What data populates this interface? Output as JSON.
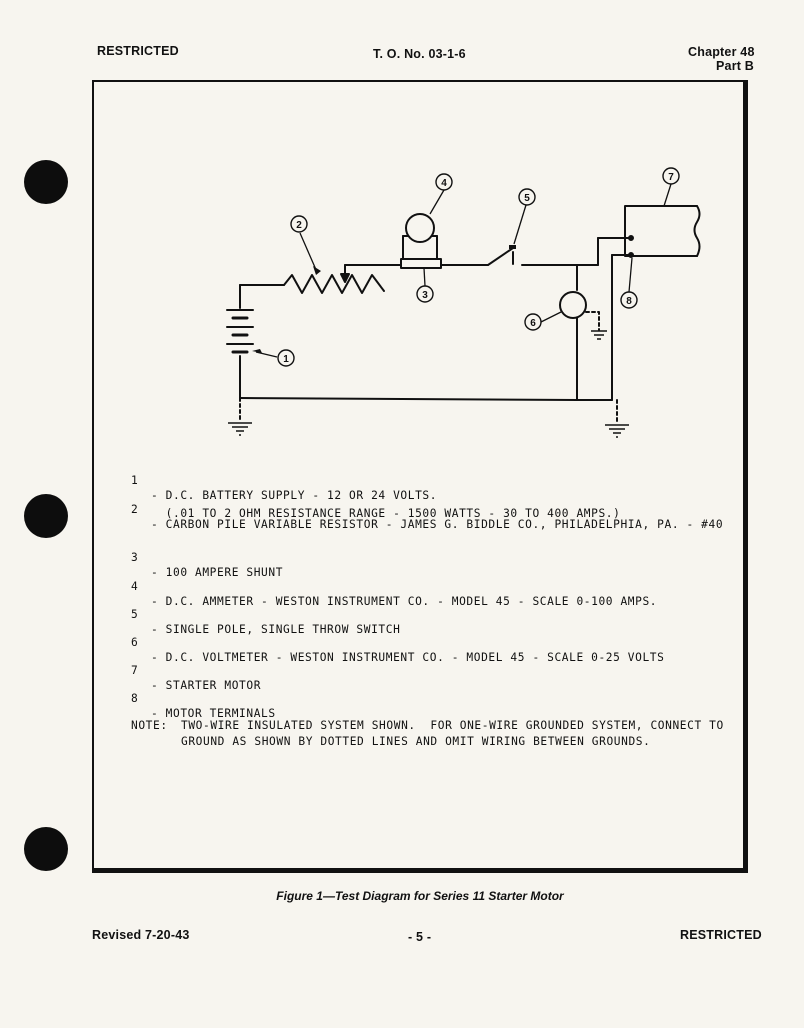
{
  "header": {
    "left": "RESTRICTED",
    "center": "T. O. No. 03-1-6",
    "right_line1": "Chapter 48",
    "right_line2": "Part B"
  },
  "diagram": {
    "callouts": [
      "1",
      "2",
      "3",
      "4",
      "5",
      "6",
      "7",
      "8"
    ]
  },
  "legend": [
    {
      "num": "1",
      "lines": [
        "- D.C. BATTERY SUPPLY - 12 OR 24 VOLTS."
      ]
    },
    {
      "num": "2",
      "lines": [
        "- CARBON PILE VARIABLE RESISTOR - JAMES G. BIDDLE CO., PHILADELPHIA, PA. - #40",
        "  (.01 TO 2 OHM RESISTANCE RANGE - 1500 WATTS - 30 TO 400 AMPS.)"
      ]
    },
    {
      "num": "3",
      "lines": [
        "- 100 AMPERE SHUNT"
      ]
    },
    {
      "num": "4",
      "lines": [
        "- D.C. AMMETER - WESTON INSTRUMENT CO. - MODEL 45 - SCALE 0-100 AMPS."
      ]
    },
    {
      "num": "5",
      "lines": [
        "- SINGLE POLE, SINGLE THROW SWITCH"
      ]
    },
    {
      "num": "6",
      "lines": [
        "- D.C. VOLTMETER - WESTON INSTRUMENT CO. - MODEL 45 - SCALE 0-25 VOLTS"
      ]
    },
    {
      "num": "7",
      "lines": [
        "- STARTER MOTOR"
      ]
    },
    {
      "num": "8",
      "lines": [
        "- MOTOR TERMINALS"
      ]
    }
  ],
  "note": {
    "label": "NOTE:",
    "line1": "TWO-WIRE INSULATED SYSTEM SHOWN.  FOR ONE-WIRE GROUNDED SYSTEM, CONNECT TO",
    "line2": "GROUND AS SHOWN BY DOTTED LINES AND OMIT WIRING BETWEEN GROUNDS."
  },
  "caption": "Figure 1—Test Diagram for Series 11 Starter Motor",
  "footer": {
    "left": "Revised 7-20-43",
    "center": "- 5 -",
    "right": "RESTRICTED"
  }
}
